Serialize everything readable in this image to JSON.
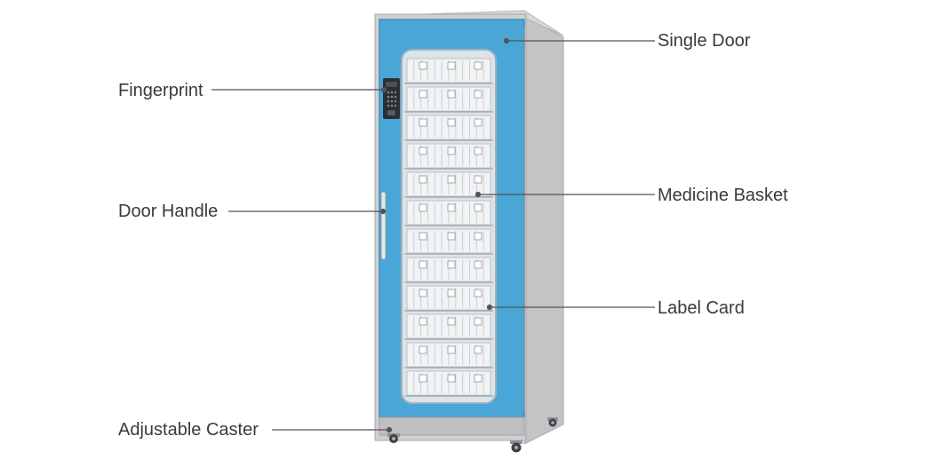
{
  "callouts": {
    "single_door": "Single Door",
    "fingerprint": "Fingerprint",
    "medicine_basket": "Medicine Basket",
    "door_handle": "Door Handle",
    "label_card": "Label Card",
    "adjustable_caster": "Adjustable Caster"
  },
  "cabinet": {
    "basket_rows": 12,
    "colors": {
      "door": "#4aa6d6",
      "door_edge": "#3b8fc0",
      "frame": "#c9c9cb",
      "frame_dark": "#a9a9ac",
      "glass": "#dde4e8",
      "basket": "#f2f3f4",
      "keypad": "#2b2f33",
      "leader_line": "#555555"
    }
  }
}
